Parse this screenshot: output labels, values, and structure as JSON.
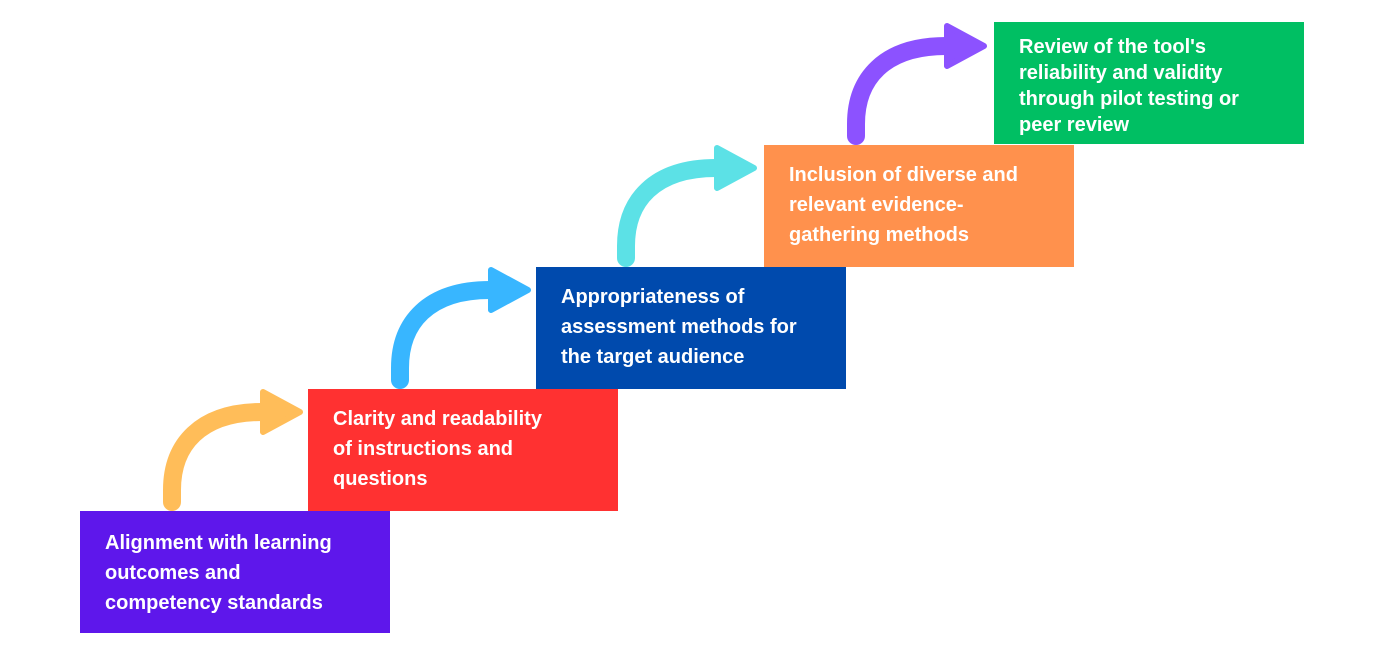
{
  "diagram": {
    "type": "staircase-process",
    "steps": [
      {
        "label": "Alignment with learning outcomes and competency standards",
        "lines": [
          "Alignment with learning",
          "outcomes and",
          "competency standards"
        ],
        "color": "#5E17EB"
      },
      {
        "label": "Clarity and readability of instructions and questions",
        "lines": [
          "Clarity and readability",
          "of instructions and",
          "questions"
        ],
        "color": "#FF3131"
      },
      {
        "label": "Appropriateness of assessment methods for the target audience",
        "lines": [
          "Appropriateness of",
          "assessment methods for",
          "the target audience"
        ],
        "color": "#004AAD"
      },
      {
        "label": "Inclusion of diverse and relevant evidence-gathering methods",
        "lines": [
          "Inclusion of diverse and",
          "relevant evidence-",
          "gathering methods"
        ],
        "color": "#FF914D"
      },
      {
        "label": "Review of the tool's reliability and validity through pilot testing or peer review",
        "lines": [
          "Review of the tool's",
          "reliability and validity",
          "through pilot testing or",
          "peer review"
        ],
        "color": "#00BF63"
      }
    ],
    "arrows": [
      {
        "name": "arrow-1-to-2",
        "color": "#FFBD59"
      },
      {
        "name": "arrow-2-to-3",
        "color": "#38B6FF"
      },
      {
        "name": "arrow-3-to-4",
        "color": "#5CE1E6"
      },
      {
        "name": "arrow-4-to-5",
        "color": "#8C52FF"
      }
    ]
  }
}
